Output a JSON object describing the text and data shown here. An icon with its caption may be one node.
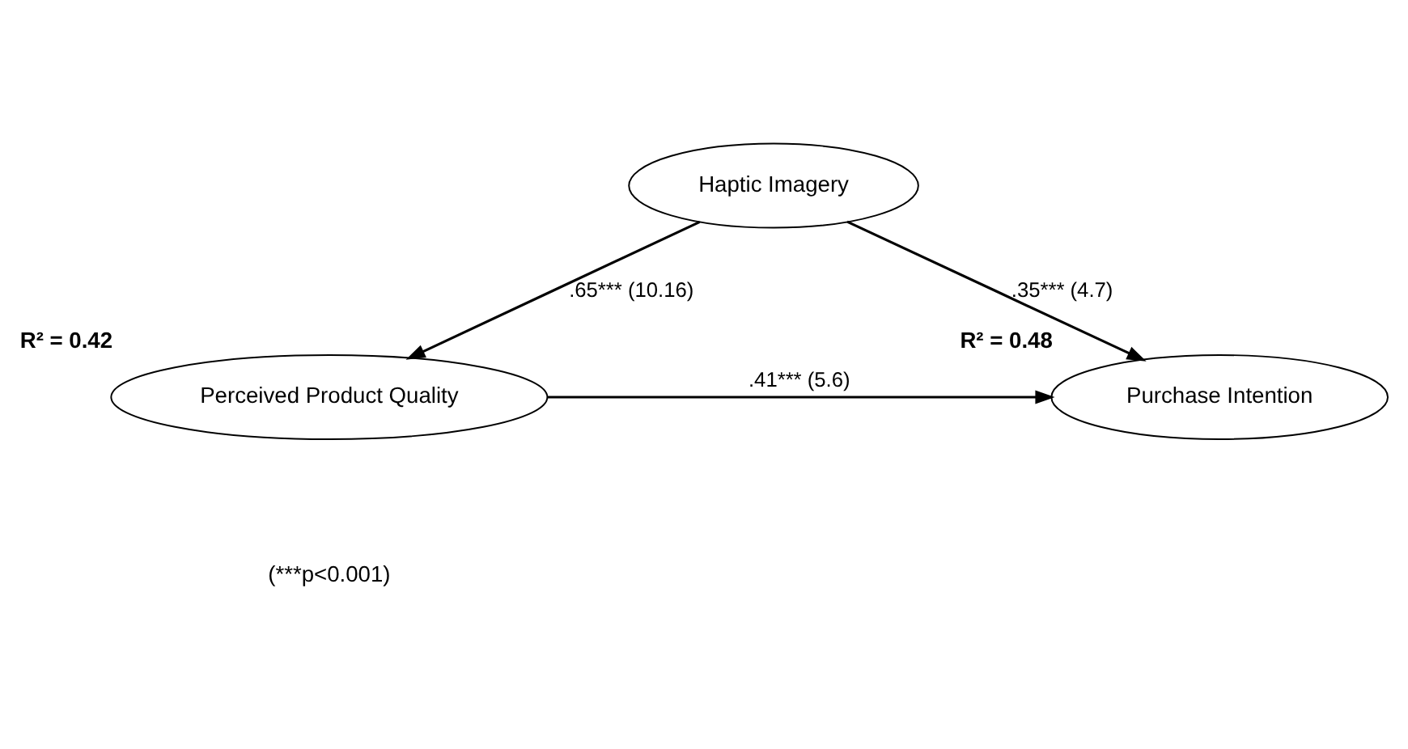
{
  "diagram": {
    "nodes": [
      {
        "text": [
          "Haptic Imagery"
        ]
      },
      {
        "text": [
          "Perceived Product Quality"
        ],
        "beside": [
          "R² = 0.42"
        ]
      },
      {
        "text": [
          "Purchase Intention"
        ],
        "beside": [
          "R² = 0.48"
        ]
      }
    ],
    "edges": [
      {
        "from": 0,
        "to": 1,
        "arrow": "to",
        "label": ".65*** (10.16)"
      },
      {
        "from": 0,
        "to": 2,
        "arrow": "to",
        "label": ".35*** (4.7)"
      },
      {
        "from": 1,
        "to": 2,
        "arrow": "to",
        "label": ".41*** (5.6)"
      }
    ],
    "labels": [
      "(***p<0.001)"
    ]
  }
}
